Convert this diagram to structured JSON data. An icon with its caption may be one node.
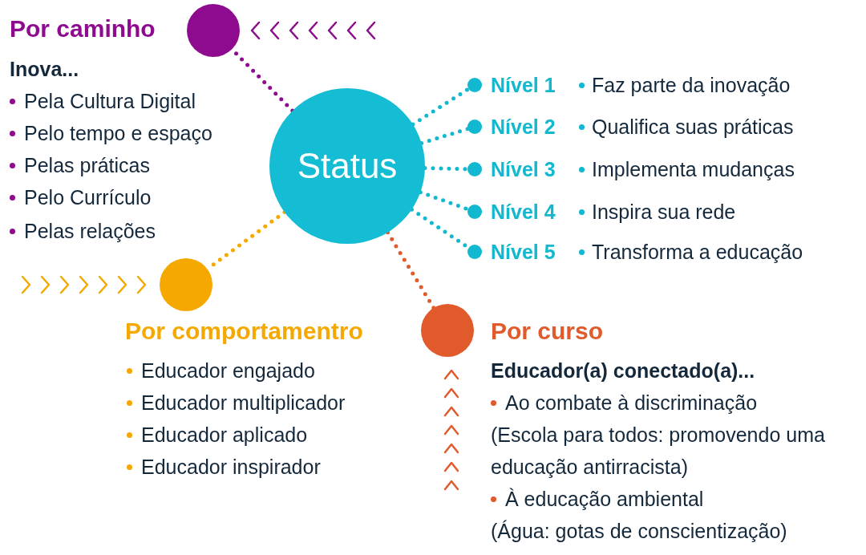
{
  "diagram": {
    "nodes": [
      {
        "text": [
          "Status"
        ]
      },
      {
        "text": [],
        "shape": "circle",
        "beside": [
          "Por caminho"
        ]
      },
      {
        "text": [],
        "shape": "circle",
        "beside": [
          "Por comportamentro"
        ]
      },
      {
        "text": [],
        "shape": "circle",
        "beside": [
          "Por curso"
        ]
      },
      {
        "text": [],
        "shape": "circle",
        "beside": [
          "Nível 1",
          "Faz parte da inovação"
        ]
      },
      {
        "text": [],
        "shape": "circle",
        "beside": [
          "Nível 2",
          "Qualifica suas práticas"
        ]
      },
      {
        "text": [],
        "shape": "circle",
        "beside": [
          "Nível 3",
          "Implementa mudanças"
        ]
      },
      {
        "text": [],
        "shape": "circle",
        "beside": [
          "Nível 4",
          "Inspira sua rede"
        ]
      },
      {
        "text": [],
        "shape": "circle",
        "beside": [
          "Nível 5",
          "Transforma a educação"
        ]
      }
    ],
    "edges": [
      {
        "from": 0,
        "to": 1,
        "arrow": "none",
        "color": "#8e0a8e"
      },
      {
        "from": 0,
        "to": 2,
        "arrow": "none",
        "color": "#f5a800"
      },
      {
        "from": 0,
        "to": 3,
        "arrow": "none",
        "color": "#e05a2b"
      },
      {
        "from": 0,
        "to": 4,
        "arrow": "none"
      },
      {
        "from": 0,
        "to": 5,
        "arrow": "none"
      },
      {
        "from": 0,
        "to": 6,
        "arrow": "none"
      },
      {
        "from": 0,
        "to": 7,
        "arrow": "none"
      },
      {
        "from": 0,
        "to": 8,
        "arrow": "none"
      }
    ],
    "labels": [
      "Inova...",
      "Pela Cultura Digital",
      "Pelo tempo e espaço",
      "Pelas práticas",
      "Pelo Currículo",
      "Pelas relações",
      "Educador engajado",
      "Educador multiplicador",
      "Educador aplicado",
      "Educador inspirador",
      "Educador(a) conectado(a)...",
      "Ao combate à discriminação",
      "(Escola para todos: promovendo uma educação antirracista)",
      "À educação ambiental",
      "(Água: gotas de conscientização)"
    ]
  }
}
